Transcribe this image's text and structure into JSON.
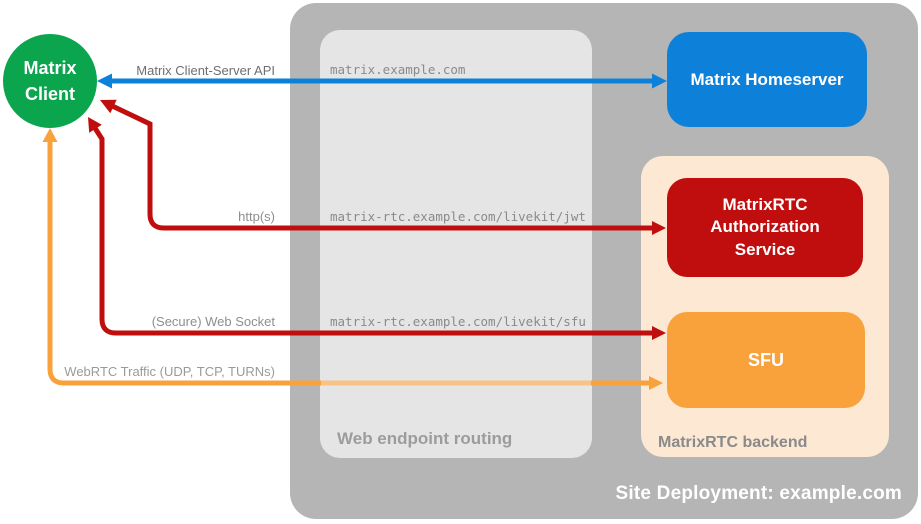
{
  "containers": {
    "site": {
      "label": "Site Deployment: example.com"
    },
    "routing": {
      "label": "Web endpoint routing",
      "endpoints": [
        "matrix.example.com",
        "matrix-rtc.example.com/livekit/jwt",
        "matrix-rtc.example.com/livekit/sfu"
      ]
    },
    "backend": {
      "label": "MatrixRTC backend"
    }
  },
  "nodes": {
    "client": {
      "label": "Matrix Client"
    },
    "homeserver": {
      "label": "Matrix Homeserver"
    },
    "auth_service": {
      "label": "MatrixRTC Authorization Service"
    },
    "sfu": {
      "label": "SFU"
    }
  },
  "arrows": [
    {
      "id": "client-server-api",
      "label": "Matrix Client-Server API",
      "color": "#0d81da",
      "from": "Matrix Client",
      "to": "Matrix Homeserver",
      "bidirectional": true
    },
    {
      "id": "https",
      "label": "http(s)",
      "color": "#c00d0d",
      "from": "Matrix Client",
      "to": "MatrixRTC Authorization Service",
      "bidirectional": true
    },
    {
      "id": "websocket",
      "label": "(Secure) Web Socket",
      "color": "#c00d0d",
      "from": "Matrix Client",
      "to": "SFU",
      "bidirectional": true
    },
    {
      "id": "webrtc",
      "label": "WebRTC Traffic (UDP, TCP, TURNs)",
      "color": "#f9a23c",
      "from": "Matrix Client",
      "to": "SFU",
      "bidirectional": true
    }
  ],
  "colors": {
    "client_green": "#0aa54d",
    "homeserver_blue": "#0d81da",
    "service_red": "#c00d0d",
    "sfu_orange": "#f9a23c",
    "backend_peach": "#fce8d3",
    "container_gray": "#b5b5b5",
    "routing_gray": "#e5e5e5",
    "label_gray": "#8e8e8e"
  }
}
